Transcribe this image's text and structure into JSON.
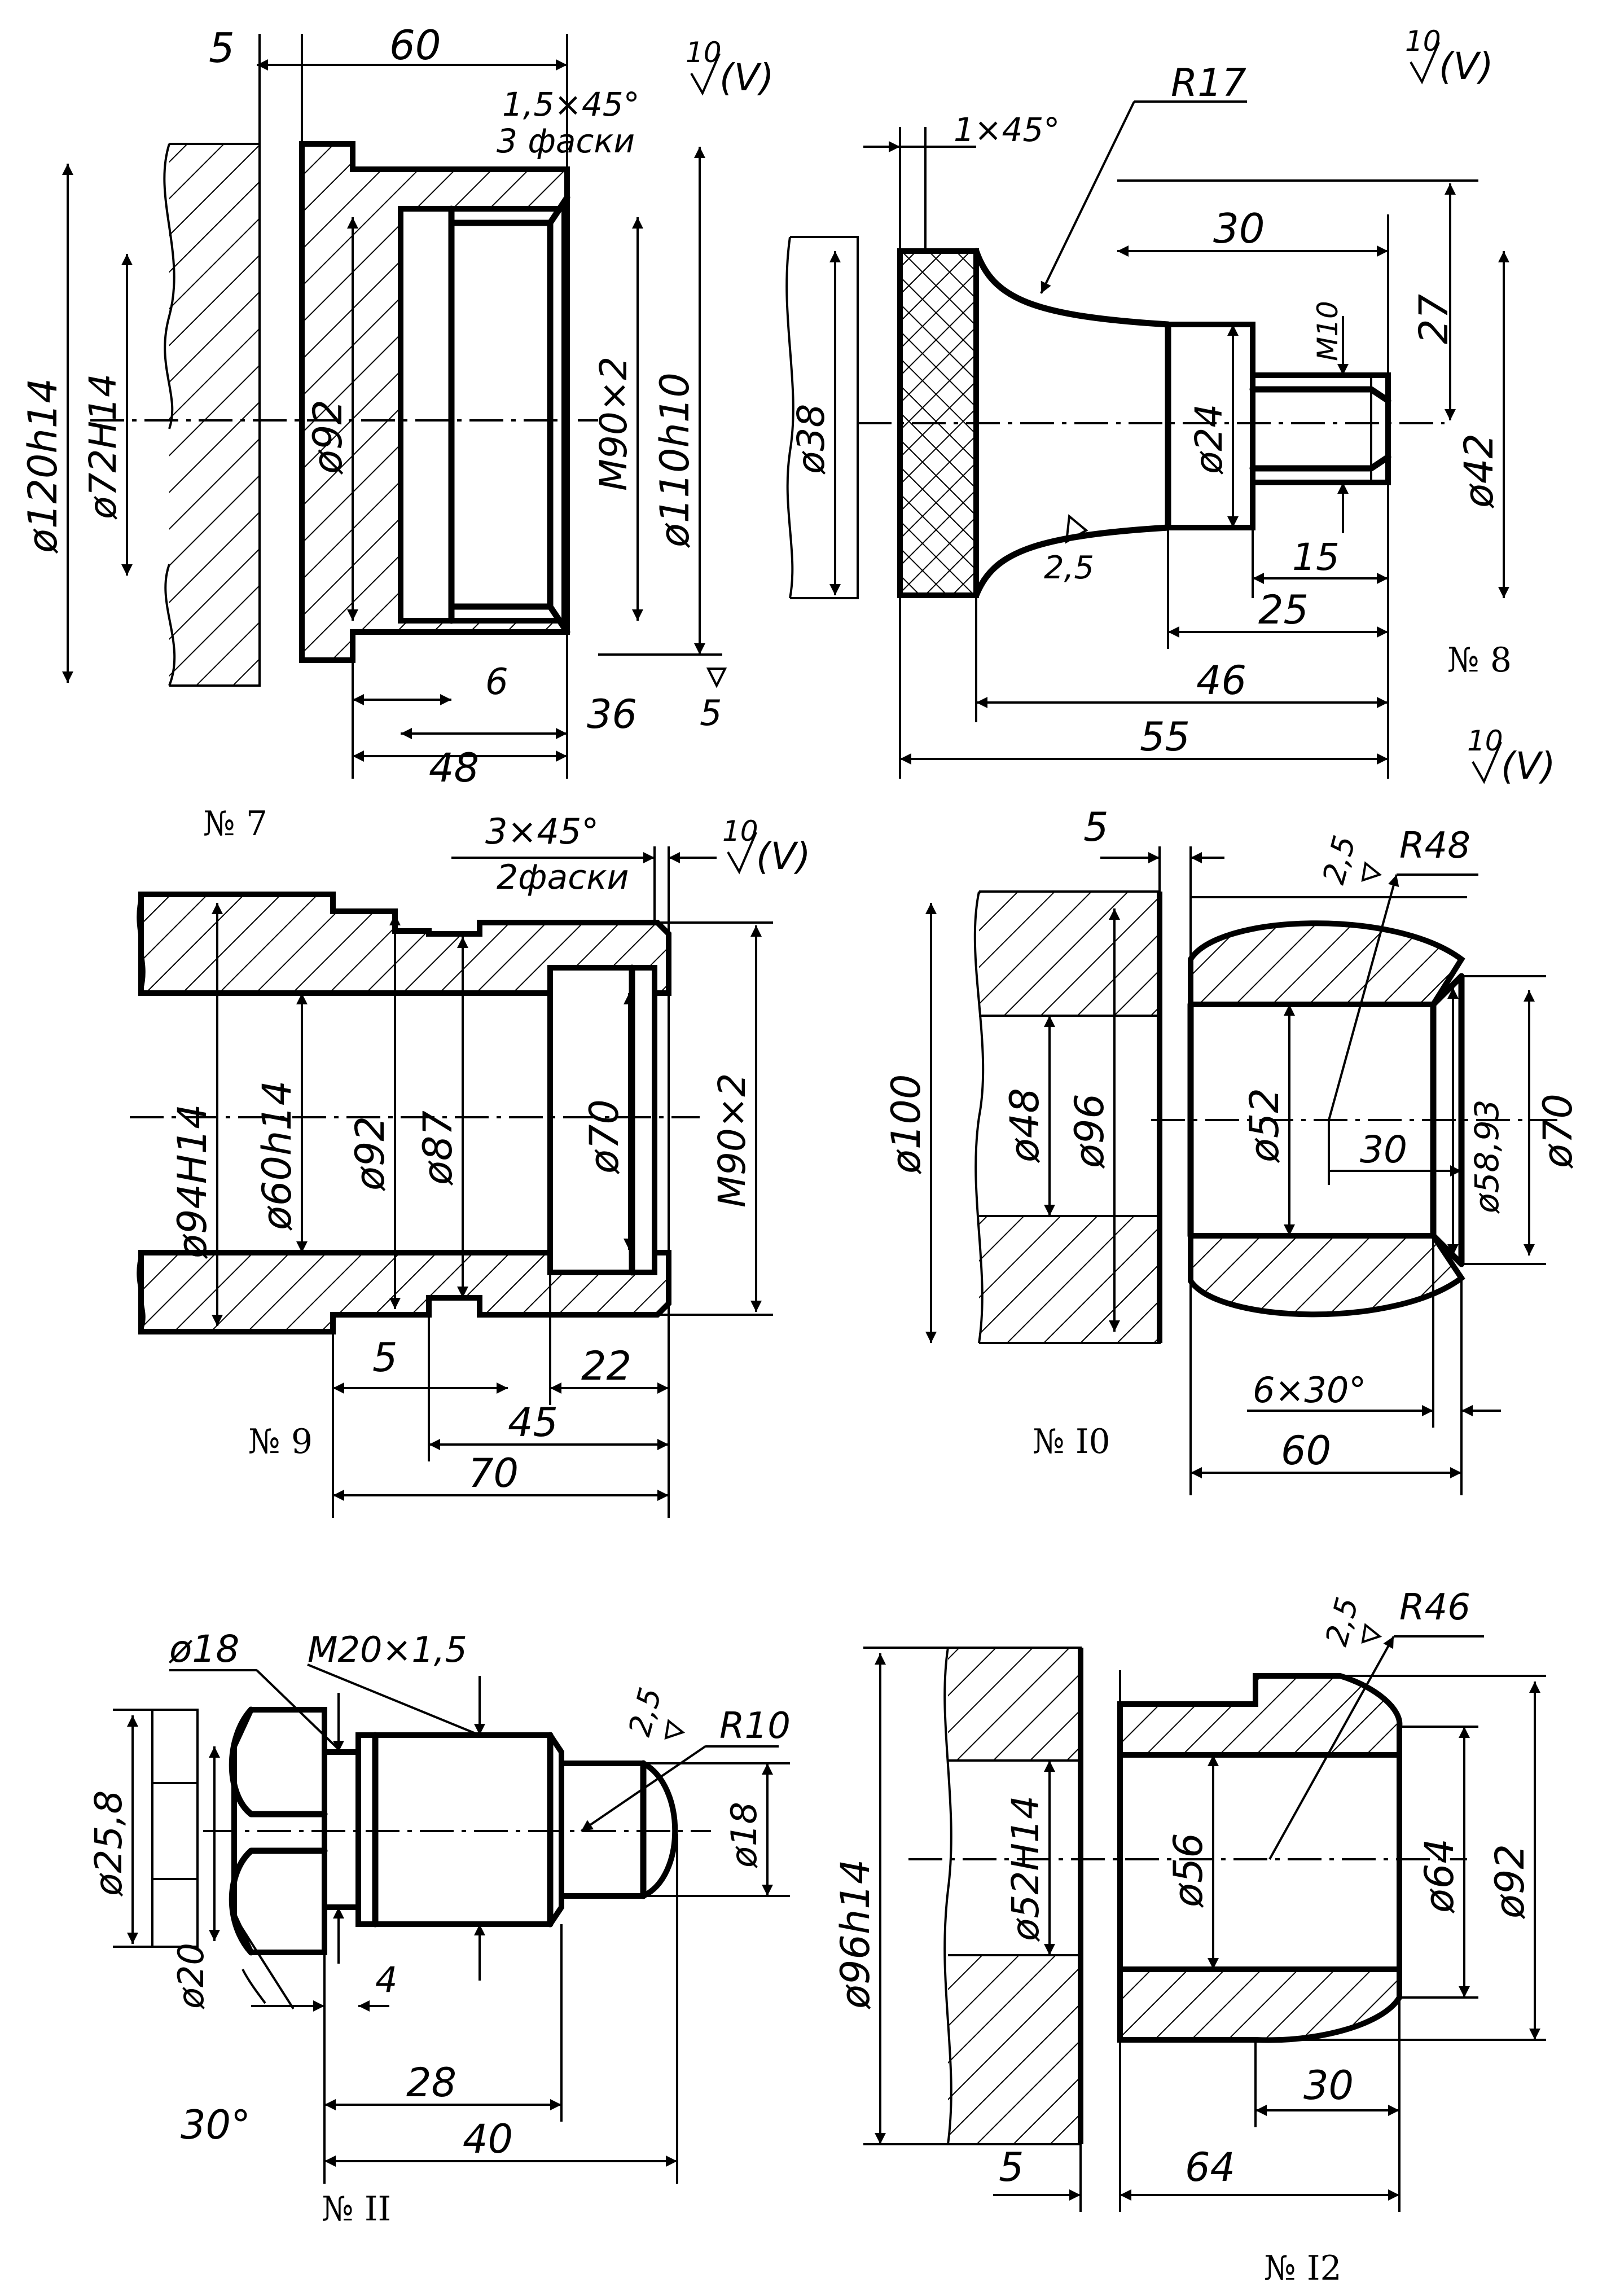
{
  "marks": {
    "roughness": "10",
    "roughness_paren": "(V)",
    "r25": "2,5",
    "r5": "5"
  },
  "d7": {
    "number": "№ 7",
    "dims": [
      "5",
      "60",
      "1,5×45°",
      "3 фаски",
      "ø120h14",
      "ø72H14",
      "ø92",
      "M90×2",
      "ø110h10",
      "6",
      "36",
      "48"
    ]
  },
  "d8": {
    "number": "№ 8",
    "dims": [
      "1×45°",
      "R17",
      "30",
      "27",
      "M10",
      "ø38",
      "ø24",
      "ø42",
      "15",
      "25",
      "46",
      "55"
    ]
  },
  "d9": {
    "number": "№ 9",
    "dims": [
      "3×45°",
      "2фаски",
      "ø94H14",
      "ø60h14",
      "ø92",
      "ø87",
      "ø70",
      "M90×2",
      "5",
      "22",
      "45",
      "70"
    ]
  },
  "d10": {
    "number": "№ I0",
    "dims": [
      "5",
      "R48",
      "ø100",
      "ø48",
      "ø96",
      "ø52",
      "30",
      "ø58,93",
      "ø70",
      "6×30°",
      "60"
    ]
  },
  "d11": {
    "number": "№ II",
    "dims": [
      "ø18",
      "M20×1,5",
      "R10",
      "ø25,8",
      "ø18",
      "ø20",
      "4",
      "28",
      "40",
      "30°"
    ]
  },
  "d12": {
    "number": "№ I2",
    "dims": [
      "R46",
      "ø96h14",
      "ø52H14",
      "ø56",
      "ø64",
      "ø92",
      "30",
      "5",
      "64"
    ]
  }
}
